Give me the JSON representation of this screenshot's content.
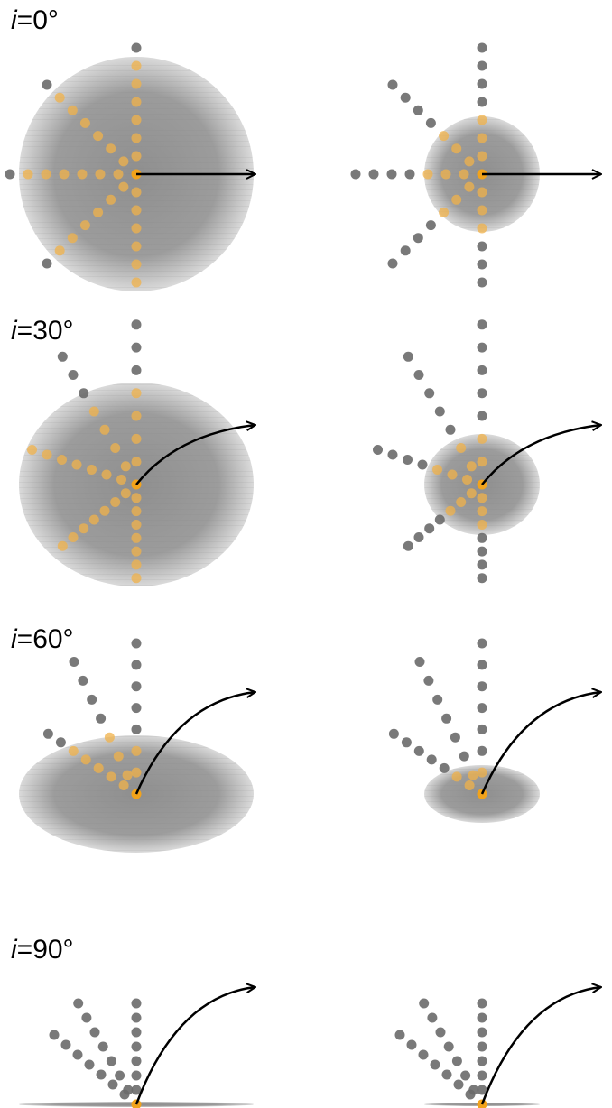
{
  "figure": {
    "rows": [
      {
        "symbol": "i",
        "label": "=0°"
      },
      {
        "symbol": "i",
        "label": "=30°"
      },
      {
        "symbol": "i",
        "label": "=60°"
      },
      {
        "symbol": "i",
        "label": "=90°"
      }
    ]
  },
  "colors": {
    "disk": "#8a8a8a",
    "disk_edge": "#c8c8c8",
    "point_behind": "#6a6a6a",
    "point_front": "#f0b24a",
    "center": "#f2a31b",
    "arrow": "#000000"
  }
}
